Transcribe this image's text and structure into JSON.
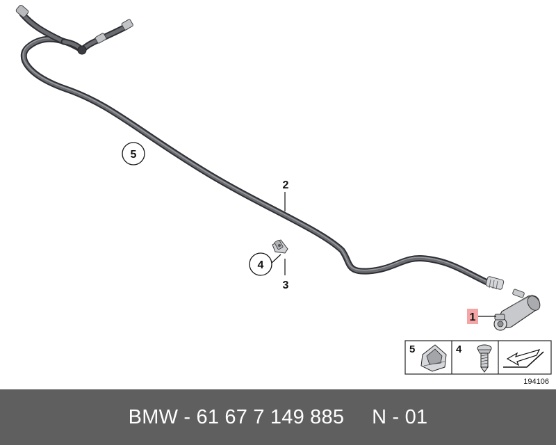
{
  "diagram": {
    "callouts": {
      "item1": "1",
      "item2": "2",
      "item3": "3",
      "item4": "4",
      "item5": "5"
    },
    "legend": {
      "cell1_label": "5",
      "cell2_label": "4"
    },
    "image_number": "194106"
  },
  "footer": {
    "part_text": "BMW - 61 67 7 149 885",
    "suffix_text": "N - 01"
  },
  "colors": {
    "hose": "#4a4b50",
    "hose_highlight": "#8a8c92",
    "highlight_marker": "#f4a6a6",
    "footer_bg": "#5f5f5f"
  }
}
